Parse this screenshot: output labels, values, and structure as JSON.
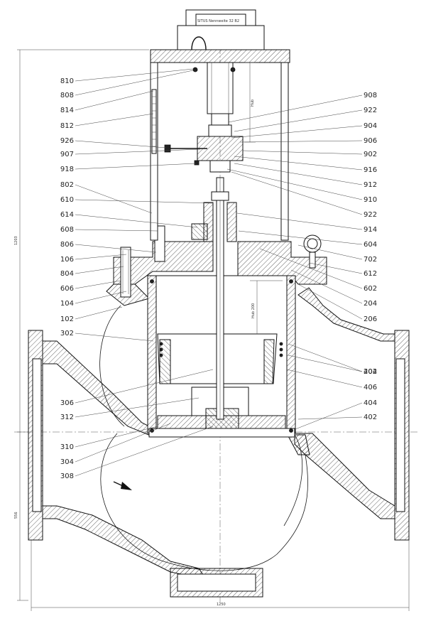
{
  "drawing": {
    "plate_text": "SITUS Nennweite 32 B2",
    "dim_stroke": "Hub",
    "dim_stroke_2": "Hub 200",
    "dim_total_height": "1203",
    "dim_lower_height": "556",
    "dim_width": "1250"
  },
  "labels_left": [
    "810",
    "808",
    "814",
    "812",
    "926",
    "907",
    "918",
    "802",
    "610",
    "614",
    "608",
    "806",
    "106",
    "804",
    "606",
    "104",
    "102",
    "302",
    "306",
    "312",
    "310",
    "304",
    "308"
  ],
  "labels_right": [
    "908",
    "922",
    "904",
    "906",
    "902",
    "916",
    "912",
    "910",
    "922",
    "914",
    "604",
    "702",
    "612",
    "602",
    "204",
    "206",
    "202",
    "404",
    "406",
    "404",
    "402"
  ],
  "colors": {
    "line": "#1a1a1a",
    "background": "#ffffff"
  }
}
